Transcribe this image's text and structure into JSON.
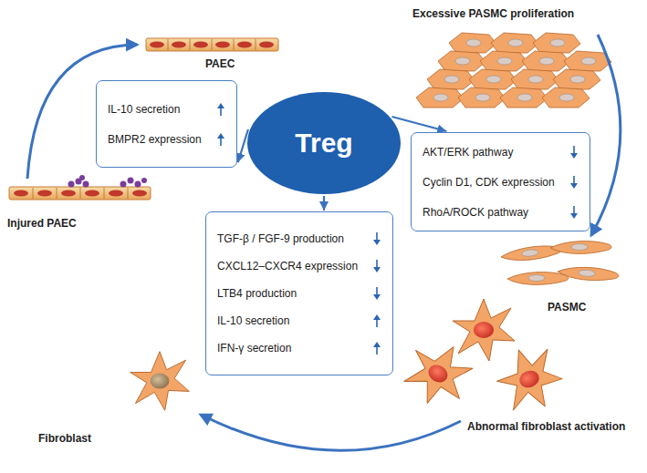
{
  "diagram": {
    "nodes": [
      {
        "text": [
          "Treg"
        ]
      },
      {
        "text": [
          "IL-10 secretion",
          "BMPR2 expression"
        ]
      },
      {
        "text": [
          "AKT/ERK pathway",
          "Cyclin D1, CDK expression",
          "RhoA/ROCK pathway"
        ]
      },
      {
        "text": [
          "TGF-β / FGF-9 production",
          "CXCL12–CXCR4 expression",
          "LTB4 production",
          "IL-10 secretion",
          "IFN-γ secretion"
        ]
      }
    ],
    "edges": [
      {
        "from": 0,
        "to": 1,
        "arrow": "to"
      },
      {
        "from": 0,
        "to": 2,
        "arrow": "to"
      },
      {
        "from": 0,
        "to": 3,
        "arrow": "to"
      }
    ],
    "labels": [
      "PAEC",
      "Injured PAEC",
      "Excessive PASMC proliferation",
      "PASMC",
      "Fibroblast",
      "Abnormal fibroblast activation"
    ]
  }
}
